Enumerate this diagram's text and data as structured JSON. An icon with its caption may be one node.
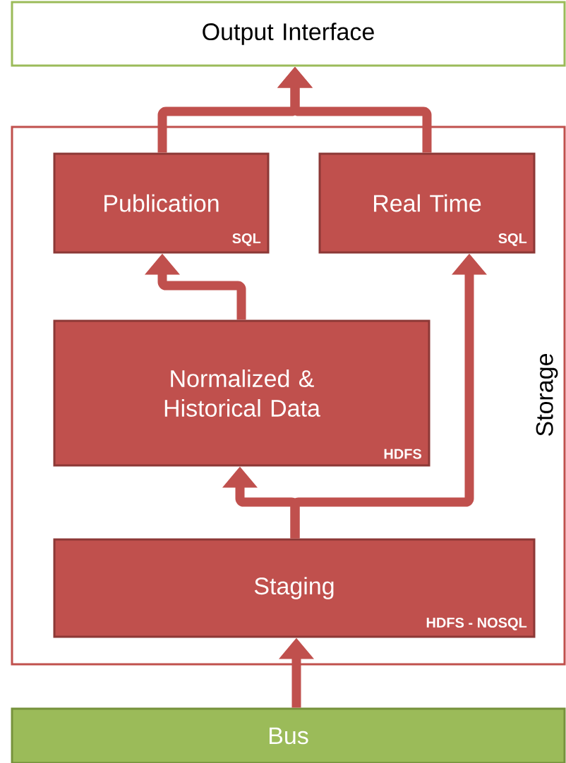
{
  "diagram": {
    "nodes": [
      {
        "text": [
          "Output Interface"
        ]
      },
      {
        "text": [
          "Storage"
        ]
      },
      {
        "text": [
          "Publication",
          "SQL"
        ],
        "in": 1
      },
      {
        "text": [
          "Real Time",
          "SQL"
        ],
        "in": 1
      },
      {
        "text": [
          "Normalized & Historical Data",
          "HDFS"
        ],
        "in": 1
      },
      {
        "text": [
          "Staging",
          "HDFS - NOSQL"
        ],
        "in": 1
      },
      {
        "text": [
          "Bus"
        ]
      }
    ],
    "edges": [
      {
        "from": 6,
        "to": 5,
        "arrow": "to"
      },
      {
        "from": 5,
        "to": 4,
        "arrow": "to"
      },
      {
        "from": 5,
        "to": 3,
        "arrow": "to"
      },
      {
        "from": 4,
        "to": 2,
        "arrow": "to"
      },
      {
        "from": 2,
        "to": 0,
        "arrow": "to"
      },
      {
        "from": 3,
        "to": 0,
        "arrow": "to"
      }
    ]
  }
}
